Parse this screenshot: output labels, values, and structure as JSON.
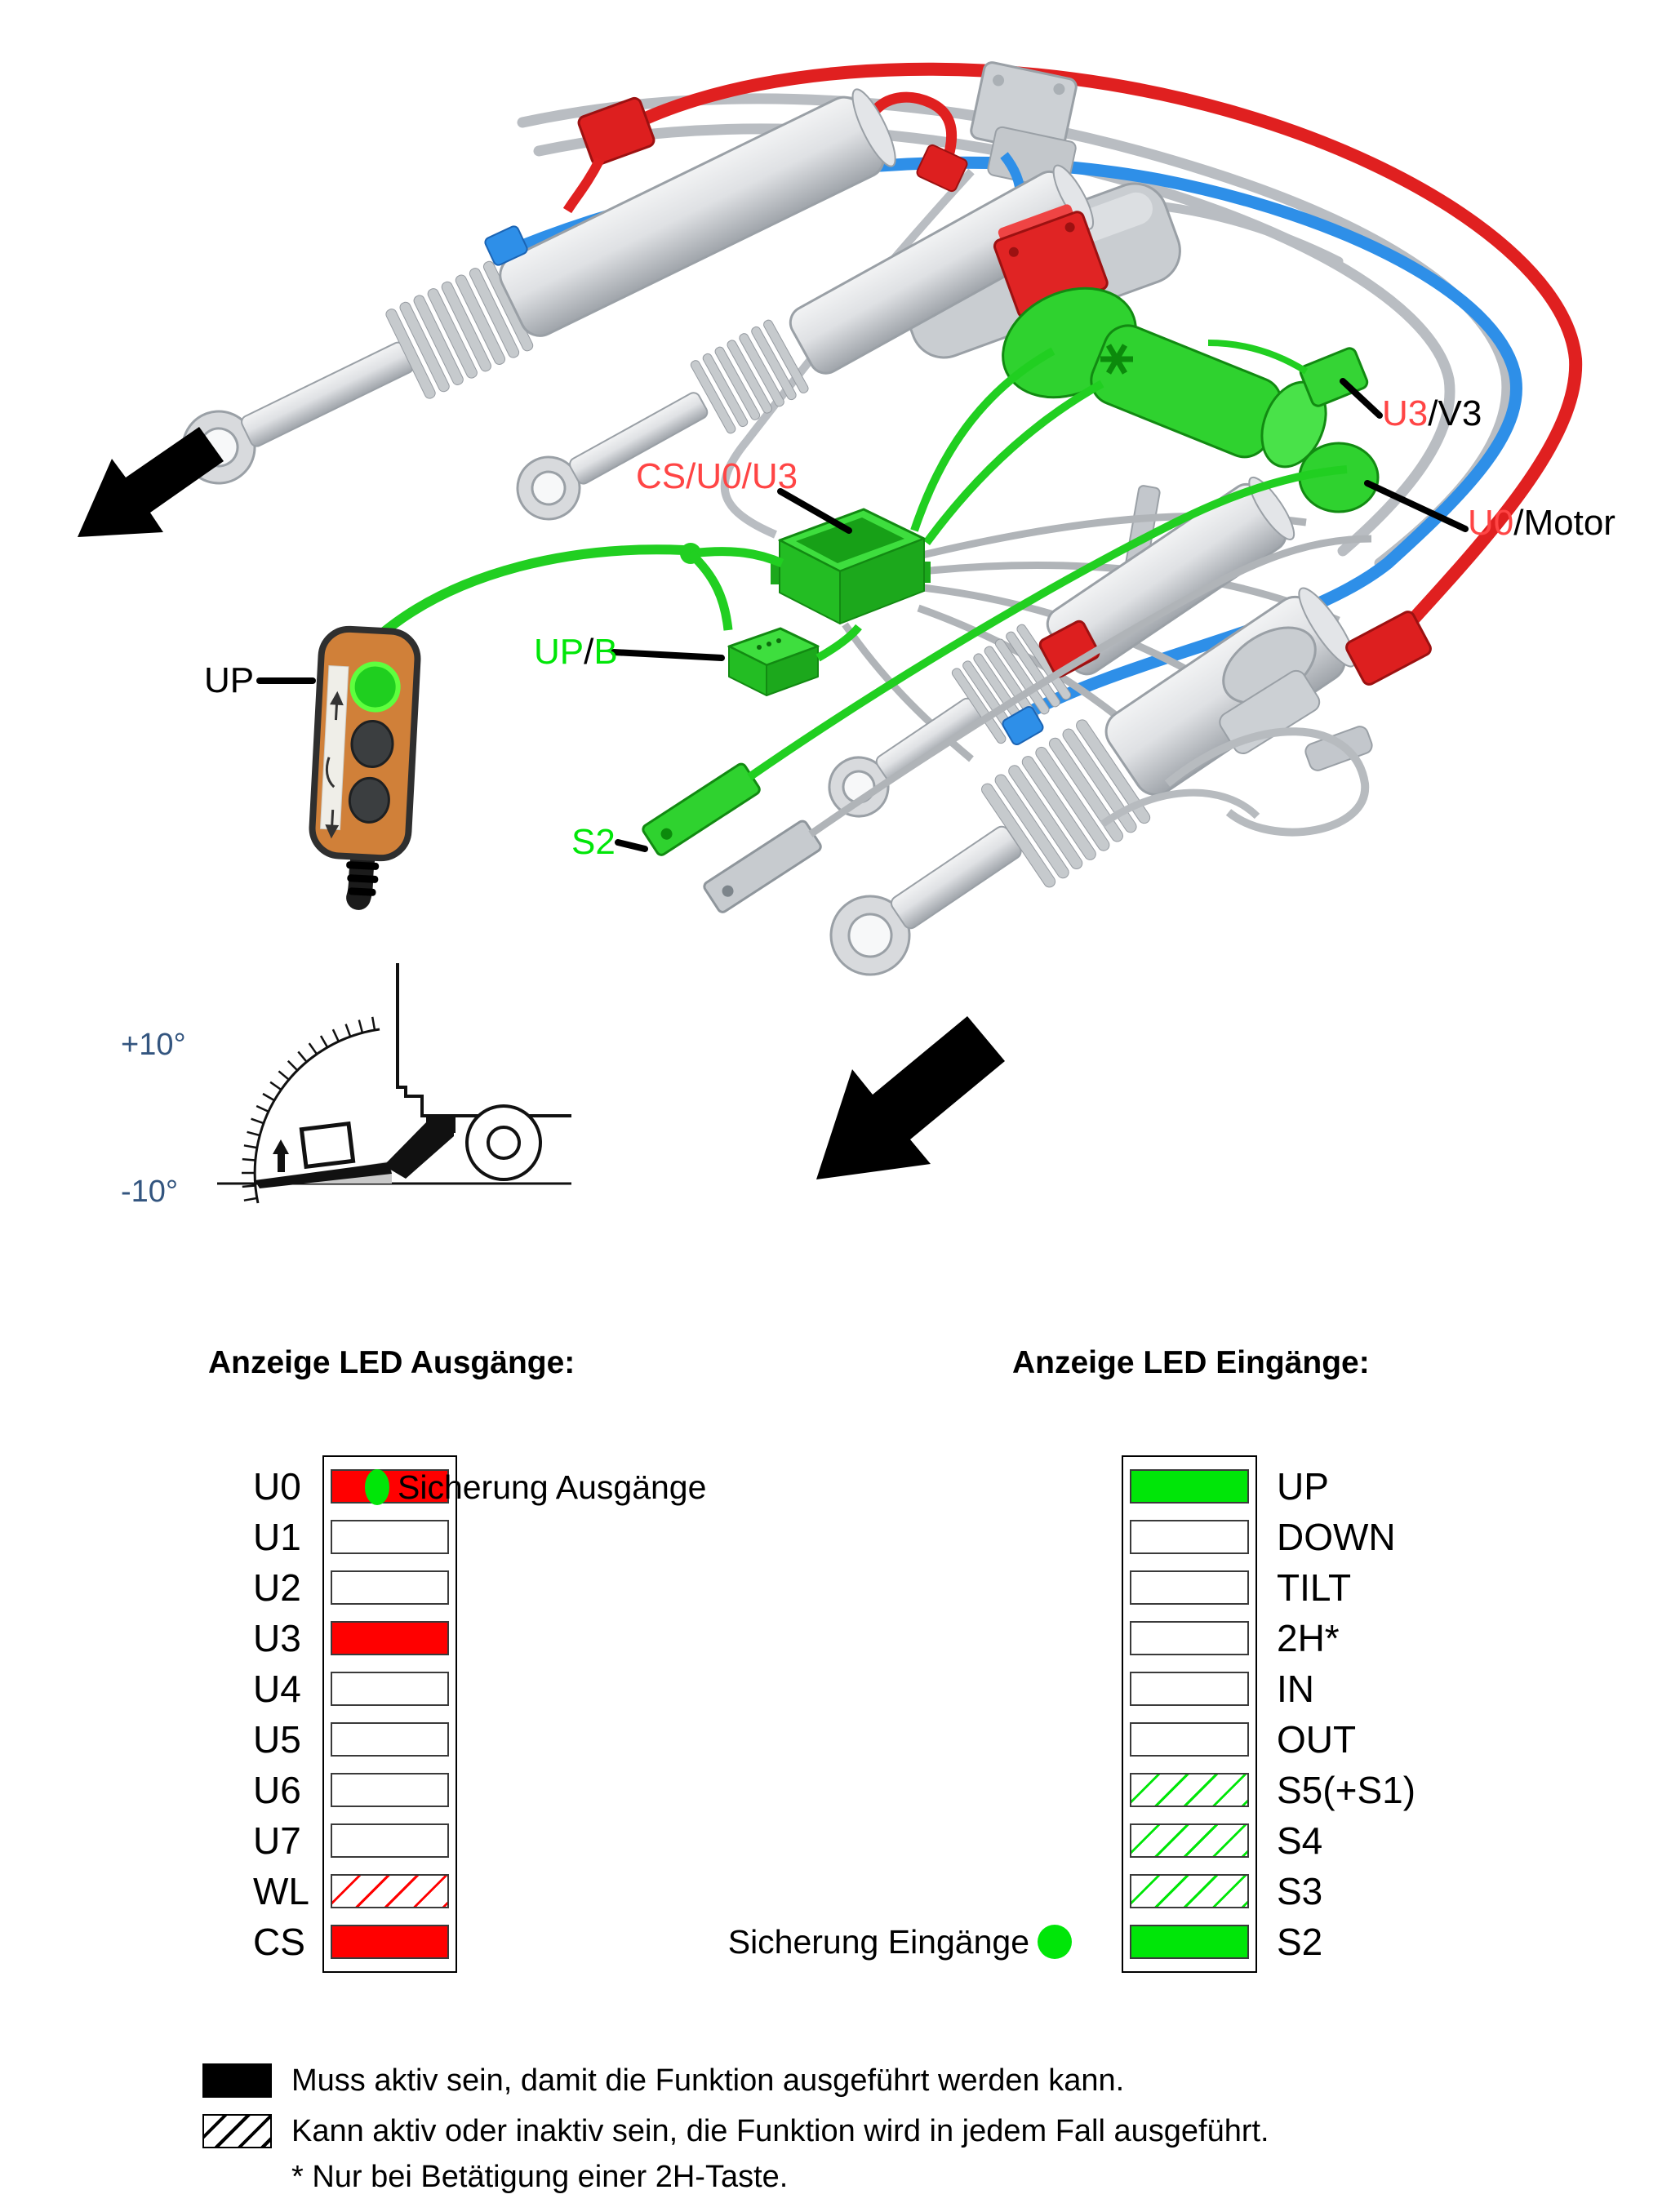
{
  "diagram": {
    "labels": {
      "up": "UP",
      "up_b": {
        "pre": "UP",
        "slash": "/",
        "post": "B"
      },
      "cs_u0_u3": "CS/U0/U3",
      "s2": "S2",
      "u3_v3": {
        "pre": "U3",
        "post": "/V3"
      },
      "u0_motor": {
        "pre": "U0",
        "post": "/Motor"
      },
      "tilt_plus": "+10°",
      "tilt_minus": "-10°"
    },
    "colors": {
      "hose_red": "#e02020",
      "hose_blue": "#2e8fe8",
      "hose_gray": "#b9bdc2",
      "part_green": "#2fd22f",
      "label_red": "#ff4545",
      "label_green": "#00e608",
      "angle_text": "#33557f"
    }
  },
  "led_outputs": {
    "title": "Anzeige LED Ausgänge:",
    "fuse_label": "Sicherung Ausgänge",
    "rows": [
      {
        "label": "U0",
        "state": "on"
      },
      {
        "label": "U1",
        "state": "off"
      },
      {
        "label": "U2",
        "state": "off"
      },
      {
        "label": "U3",
        "state": "on"
      },
      {
        "label": "U4",
        "state": "off"
      },
      {
        "label": "U5",
        "state": "off"
      },
      {
        "label": "U6",
        "state": "off"
      },
      {
        "label": "U7",
        "state": "off"
      },
      {
        "label": "WL",
        "state": "optional"
      },
      {
        "label": "CS",
        "state": "on"
      }
    ]
  },
  "led_inputs": {
    "title": "Anzeige LED Eingänge:",
    "fuse_label": "Sicherung Eingänge",
    "rows": [
      {
        "label": "UP",
        "state": "on"
      },
      {
        "label": "DOWN",
        "state": "off"
      },
      {
        "label": "TILT",
        "state": "off"
      },
      {
        "label": "2H*",
        "state": "off"
      },
      {
        "label": "IN",
        "state": "off"
      },
      {
        "label": "OUT",
        "state": "off"
      },
      {
        "label": "S5(+S1)",
        "state": "optional"
      },
      {
        "label": "S4",
        "state": "optional"
      },
      {
        "label": "S3",
        "state": "optional"
      },
      {
        "label": "S2",
        "state": "on"
      }
    ]
  },
  "legend": {
    "must": "Muss aktiv sein, damit die Funktion ausgeführt werden kann.",
    "may": "Kann aktiv oder inaktiv sein, die Funktion wird in jedem Fall ausgeführt.",
    "note": "* Nur bei Betätigung einer 2H-Taste."
  }
}
